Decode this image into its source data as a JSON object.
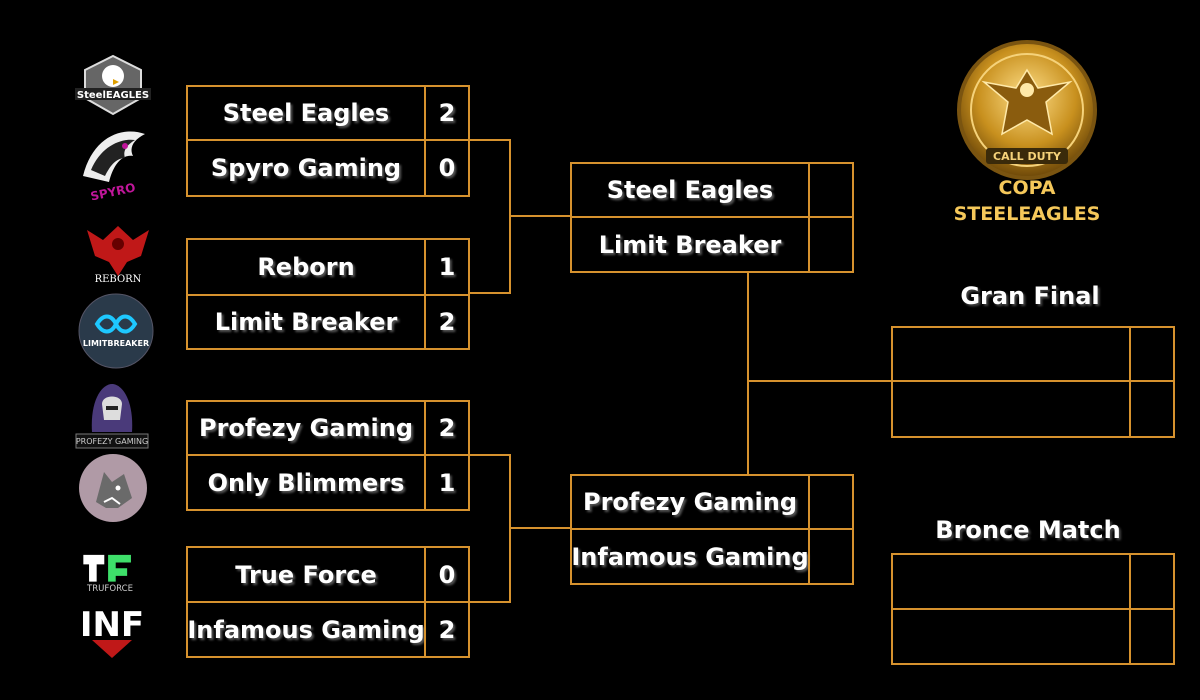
{
  "round1": [
    {
      "team": "Steel Eagles",
      "score": "2"
    },
    {
      "team": "Spyro Gaming",
      "score": "0"
    },
    {
      "team": "Reborn",
      "score": "1"
    },
    {
      "team": "Limit Breaker",
      "score": "2"
    },
    {
      "team": "Profezy Gaming",
      "score": "2"
    },
    {
      "team": "Only Blimmers",
      "score": "1"
    },
    {
      "team": "True Force",
      "score": "0"
    },
    {
      "team": "Infamous Gaming",
      "score": "2"
    }
  ],
  "semis": [
    {
      "team": "Steel Eagles",
      "score": ""
    },
    {
      "team": "Limit Breaker",
      "score": ""
    },
    {
      "team": "Profezy Gaming",
      "score": ""
    },
    {
      "team": "Infamous Gaming",
      "score": ""
    }
  ],
  "gran_final": {
    "title": "Gran Final"
  },
  "bronce_match": {
    "title": "Bronce Match"
  },
  "badge": {
    "line1": "CALL DUTY",
    "line2": "COPA",
    "line3": "STEELEAGLES"
  },
  "logos": {
    "steel_eagles": "SteelEAGLES",
    "spyro": "SPYRO",
    "reborn": "REBORN",
    "limit_breaker": "LIMITBREAKER",
    "profezy": "PROFEZY GAMING",
    "true_force": "TRUFORCE",
    "infamous": "INF"
  },
  "colors": {
    "bracket": "#d6922e",
    "background": "#000000"
  }
}
